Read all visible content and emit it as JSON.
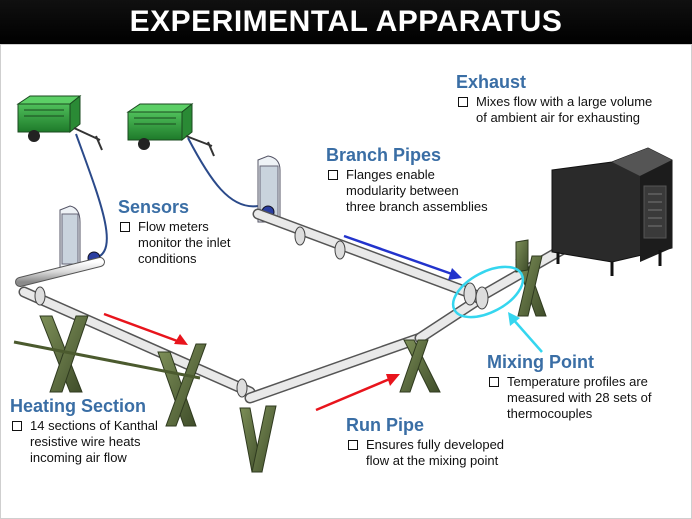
{
  "title": "EXPERIMENTAL APPARATUS",
  "colors": {
    "heading": "#3a6ea5",
    "accent_red": "#e8141c",
    "accent_blue": "#2233cc",
    "highlight_cyan": "#35d6ef"
  },
  "sections": {
    "exhaust": {
      "heading": "Exhaust",
      "lines": [
        "Mixes flow with a large volume",
        "of ambient air for exhausting"
      ]
    },
    "branch_pipes": {
      "heading": "Branch Pipes",
      "lines": [
        "Flanges enable",
        "modularity between",
        "three branch assemblies"
      ]
    },
    "sensors": {
      "heading": "Sensors",
      "lines": [
        "Flow meters",
        "monitor the inlet",
        "conditions"
      ]
    },
    "mixing_point": {
      "heading": "Mixing Point",
      "lines": [
        "Temperature profiles are",
        "measured with 28 sets of",
        "thermocouples"
      ]
    },
    "heating_section": {
      "heading": "Heating Section",
      "lines": [
        "14 sections of Kanthal",
        "resistive wire heats",
        "incoming air flow"
      ]
    },
    "run_pipe": {
      "heading": "Run Pipe",
      "lines": [
        "Ensures fully developed",
        "flow at the mixing point"
      ]
    }
  }
}
